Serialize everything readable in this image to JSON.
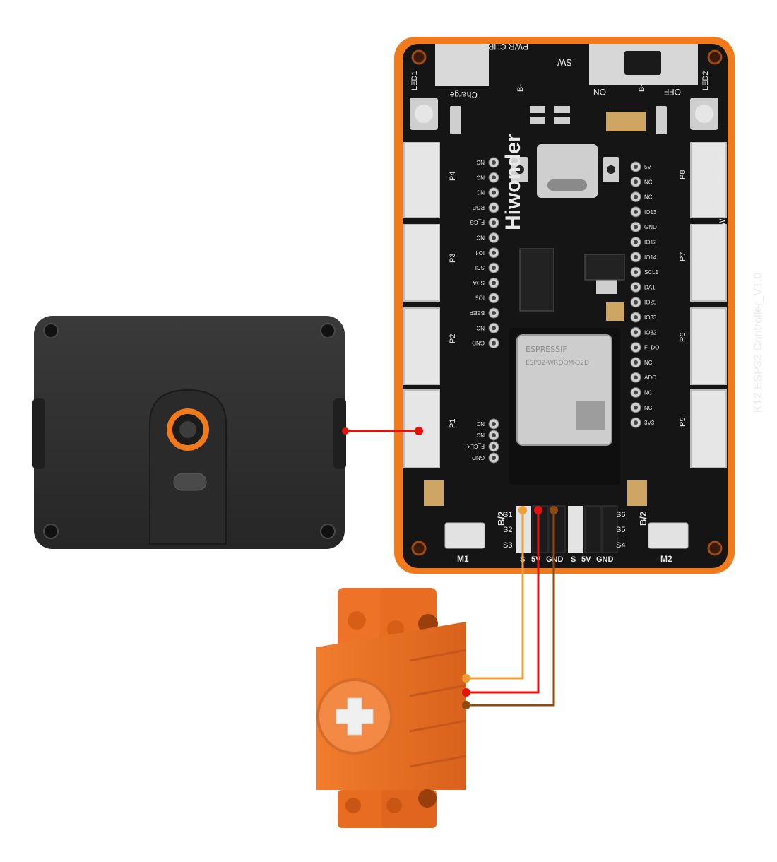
{
  "board": {
    "brand": "Hiwonder",
    "model": "K12 ESP32 Controller_V1.0",
    "website": "www.hiwonder.com",
    "labels": {
      "pwr_chrg": "PWR CHRG",
      "sw": "SW",
      "charge": "Charge",
      "led1": "LED1",
      "led2": "LED2",
      "on": "ON",
      "off": "OFF",
      "b_minus": "B-",
      "b_plus": "B+",
      "p1": "P1",
      "p2": "P2",
      "p3": "P3",
      "p4": "P4",
      "p5": "P5",
      "p6": "P6",
      "p7": "P7",
      "p8": "P8",
      "m1": "M1",
      "m2": "M2",
      "b2_left": "B/2",
      "b2_right": "B/2",
      "s1": "S1",
      "s2": "S2",
      "s3": "S3",
      "s4": "S4",
      "s5": "S5",
      "s6": "S6",
      "hdr_s": "S",
      "hdr_5v": "5V",
      "hdr_gnd": "GND"
    },
    "left_pins": [
      "NC",
      "NC",
      "NC",
      "RGB",
      "F_CS",
      "NC",
      "IO4",
      "SCL",
      "SDA",
      "IO5",
      "BEEP",
      "NC",
      "GND"
    ],
    "left_pins_lower": [
      "NC",
      "NC",
      "F_CLK",
      "GND"
    ],
    "right_pins": [
      "5V",
      "NC",
      "NC",
      "IO13",
      "GND",
      "IO12",
      "IO14",
      "SCL1",
      "DA1",
      "IO25",
      "IO33",
      "IO32",
      "F_DO",
      "NC",
      "ADC",
      "NC",
      "NC",
      "3V3"
    ],
    "module": {
      "vendor": "ESPRESSIF",
      "part": "ESP32-WROOM-32D"
    }
  },
  "wires": {
    "signal_color": "#f0a033",
    "power_color": "#e8120c",
    "ground_color": "#8b4a12",
    "sensor_color": "#e8120c"
  },
  "colors": {
    "board_orange": "#f07a1c",
    "pcb_black": "#151515",
    "servo_orange": "#ee7328",
    "sensor_body": "#2e2e2e"
  }
}
